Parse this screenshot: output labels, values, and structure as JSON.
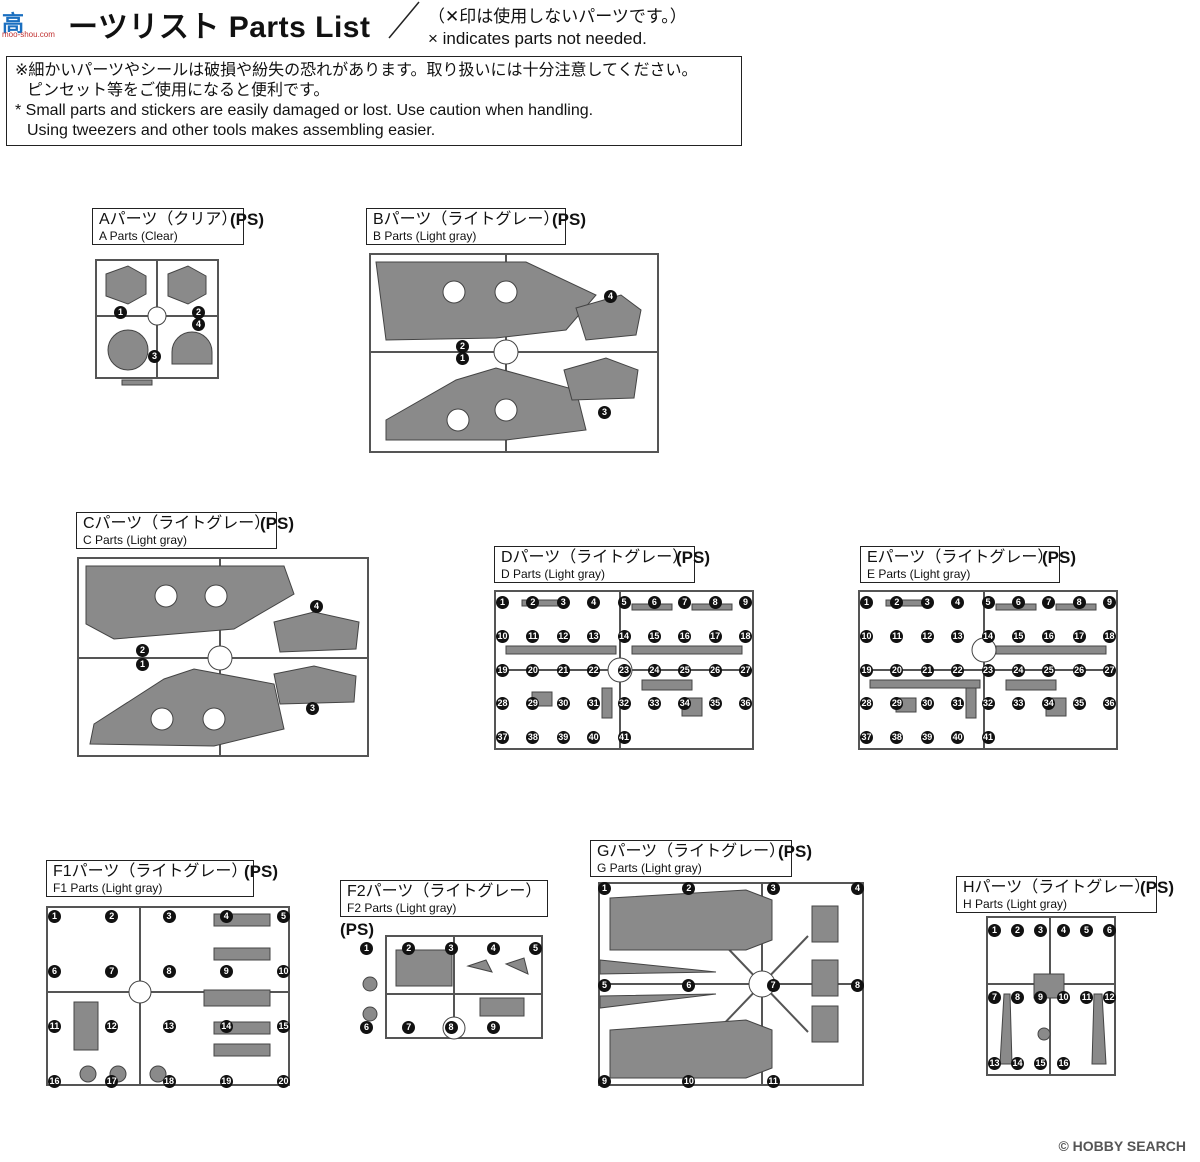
{
  "header": {
    "watermark": "高",
    "watermark_sub": "moo-shou.com",
    "title": "ーツリスト Parts List",
    "note_jp": "（✕印は使用しないパーツです。）",
    "note_en": "× indicates parts not needed."
  },
  "warning": {
    "jp_line1": "※細かいパーツやシールは破損や紛失の恐れがあります。取り扱いには十分注意してください。",
    "jp_line2": "ピンセット等をご使用になると便利です。",
    "en_line1": "* Small parts and stickers are easily damaged or lost. Use caution when handling.",
    "en_line2": "Using tweezers and other tools makes assembling easier."
  },
  "runners": [
    {
      "jp": "Aパーツ（クリア）",
      "en": "A Parts (Clear)",
      "material": "(PS)"
    },
    {
      "jp": "Bパーツ（ライトグレー）",
      "en": "B Parts (Light gray)",
      "material": "(PS)"
    },
    {
      "jp": "Cパーツ（ライトグレー）",
      "en": "C Parts (Light gray)",
      "material": "(PS)"
    },
    {
      "jp": "Dパーツ（ライトグレー）",
      "en": "D Parts (Light gray)",
      "material": "(PS)"
    },
    {
      "jp": "Eパーツ（ライトグレー）",
      "en": "E Parts (Light gray)",
      "material": "(PS)"
    },
    {
      "jp": "F1パーツ（ライトグレー）",
      "en": "F1 Parts (Light gray)",
      "material": "(PS)"
    },
    {
      "jp": "F2パーツ（ライトグレー）",
      "en": "F2 Parts (Light gray)",
      "material": "(PS)"
    },
    {
      "jp": "Gパーツ（ライトグレー）",
      "en": "G Parts (Light gray)",
      "material": "(PS)"
    },
    {
      "jp": "Hパーツ（ライトグレー）",
      "en": "H Parts (Light gray)",
      "material": "(PS)"
    }
  ],
  "part_numbers": {
    "A": [
      "1",
      "2",
      "3",
      "4"
    ],
    "B": [
      "1",
      "2",
      "3",
      "4"
    ],
    "C": [
      "1",
      "2",
      "3",
      "4"
    ],
    "D": [
      "1",
      "2",
      "3",
      "4",
      "5",
      "6",
      "7",
      "8",
      "9",
      "10",
      "11",
      "12",
      "13",
      "14",
      "15",
      "16",
      "17",
      "18",
      "19",
      "20",
      "21",
      "22",
      "23",
      "24",
      "25",
      "26",
      "27",
      "28",
      "29",
      "30",
      "31",
      "32",
      "33",
      "34",
      "35",
      "36",
      "37",
      "38",
      "39",
      "40",
      "41"
    ],
    "E": [
      "1",
      "2",
      "3",
      "4",
      "5",
      "6",
      "7",
      "8",
      "9",
      "10",
      "11",
      "12",
      "13",
      "14",
      "15",
      "16",
      "17",
      "18",
      "19",
      "20",
      "21",
      "22",
      "23",
      "24",
      "25",
      "26",
      "27",
      "28",
      "29",
      "30",
      "31",
      "32",
      "33",
      "34",
      "35",
      "36",
      "37",
      "38",
      "39",
      "40",
      "41"
    ],
    "F1": [
      "1",
      "2",
      "3",
      "4",
      "5",
      "6",
      "7",
      "8",
      "9",
      "10",
      "11",
      "12",
      "13",
      "14",
      "15",
      "16",
      "17",
      "18",
      "19",
      "20"
    ],
    "F2": [
      "1",
      "2",
      "3",
      "4",
      "5",
      "6",
      "7",
      "8",
      "9"
    ],
    "G": [
      "1",
      "2",
      "3",
      "4",
      "5",
      "6",
      "7",
      "8",
      "9",
      "10",
      "11"
    ],
    "H": [
      "1",
      "2",
      "3",
      "4",
      "5",
      "6",
      "7",
      "8",
      "9",
      "10",
      "11",
      "12",
      "13",
      "14",
      "15",
      "16"
    ]
  },
  "footer": {
    "logo": "© HOBBY SEARCH"
  }
}
